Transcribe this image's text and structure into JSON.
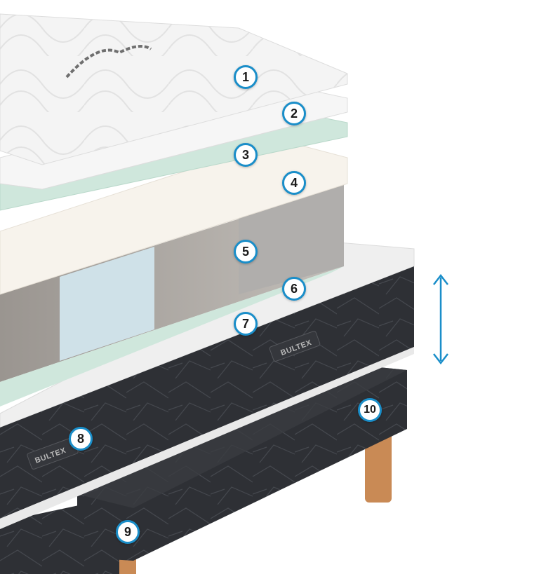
{
  "brand_label_top": "BULTEX",
  "brand_label_front": "BULTEX",
  "colors": {
    "accent": "#1a8ec9",
    "fabric": "#2f3136",
    "green_foam": "#cfe7dc",
    "light_blue_pocket": "#cfe1e8",
    "wood_leg": "#c98a55"
  },
  "markers": [
    {
      "label": "1"
    },
    {
      "label": "2"
    },
    {
      "label": "3"
    },
    {
      "label": "4"
    },
    {
      "label": "5"
    },
    {
      "label": "6"
    },
    {
      "label": "7"
    },
    {
      "label": "8"
    },
    {
      "label": "9"
    },
    {
      "label": "10"
    }
  ],
  "height_arrow_icon": "double-arrow-vertical"
}
